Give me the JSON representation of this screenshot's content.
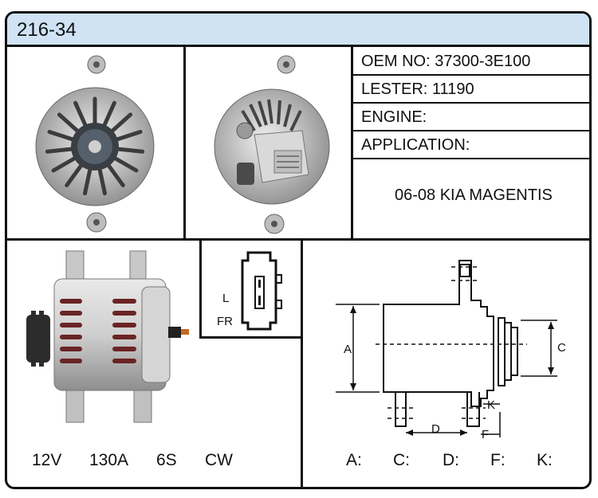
{
  "part_number": "216-34",
  "info": {
    "oem": "OEM NO: 37300-3E100",
    "lester": "LESTER: 11190",
    "engine": "ENGINE:",
    "application": "APPLICATION:",
    "vehicle": "06-08 KIA MAGENTIS"
  },
  "connector": {
    "pin1": "L",
    "pin2": "FR"
  },
  "specs": {
    "voltage": "12V",
    "amperage": "130A",
    "pulley": "6S",
    "rotation": "CW"
  },
  "dimension_labels": {
    "a": "A",
    "c": "C",
    "d": "D",
    "f": "F",
    "k": "K"
  },
  "dimensions": {
    "a": "A:",
    "c": "C:",
    "d": "D:",
    "f": "F:",
    "k": "K:"
  }
}
